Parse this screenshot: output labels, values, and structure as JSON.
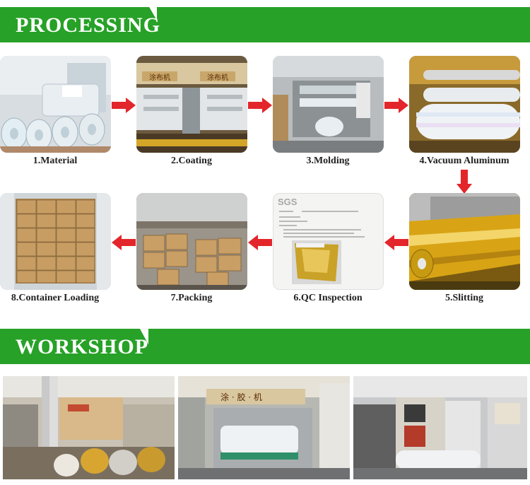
{
  "sections": {
    "processing": "PROCESSING",
    "workshop": "WORKSHOP"
  },
  "steps": [
    {
      "label": "1.Material"
    },
    {
      "label": "2.Coating"
    },
    {
      "label": "3.Molding"
    },
    {
      "label": "4.Vacuum Aluminum"
    },
    {
      "label": "5.Slitting"
    },
    {
      "label": "6.QC Inspection"
    },
    {
      "label": "7.Packing"
    },
    {
      "label": "8.Container Loading"
    }
  ],
  "photo_text": {
    "coating_sign_1": "涂布机",
    "coating_sign_2": "涂布机",
    "sgs_logo": "SGS",
    "workshop_sign": "涂 · 胶 · 机"
  },
  "colors": {
    "banner_green": "#27a127",
    "arrow_red": "#e3262b"
  }
}
